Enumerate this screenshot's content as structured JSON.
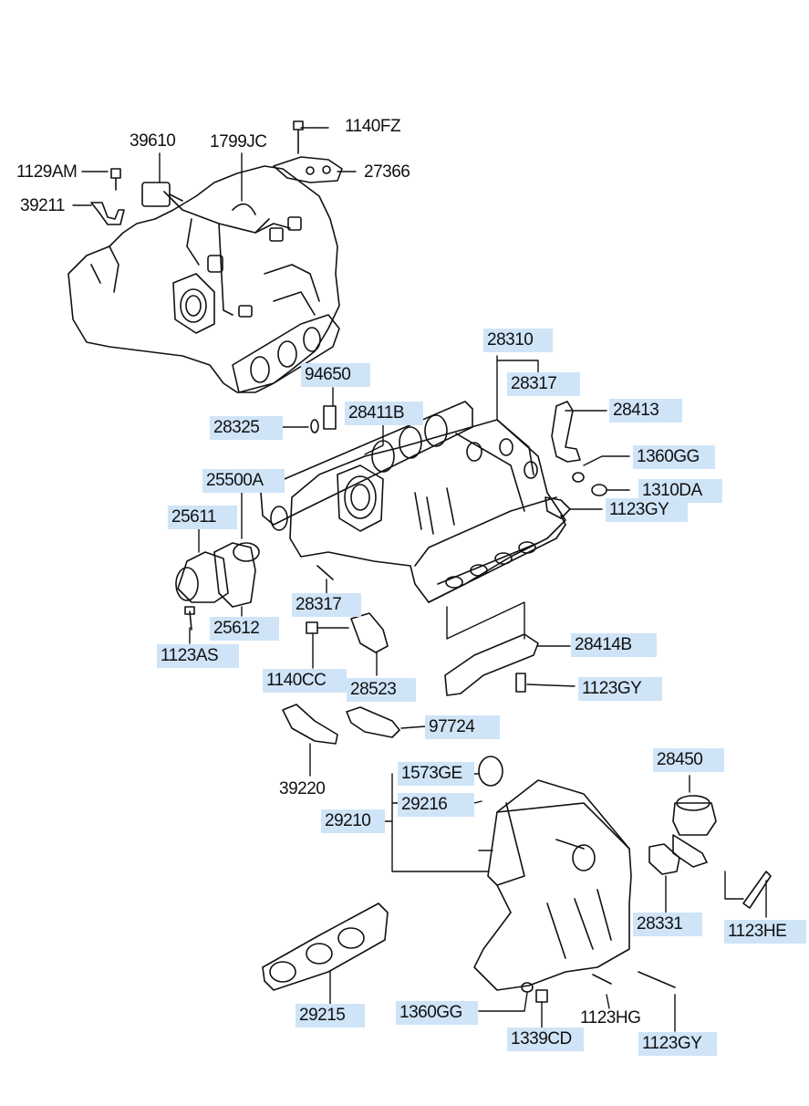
{
  "colors": {
    "highlight": "#cfe4f7",
    "ink": "#111111",
    "background": "#ffffff"
  },
  "parts": {
    "p1140FZ": "1140FZ",
    "p39610": "39610",
    "p1799JC": "1799JC",
    "p1129AM": "1129AM",
    "p27366": "27366",
    "p39211": "39211",
    "p28310": "28310",
    "p28317a": "28317",
    "p94650": "94650",
    "p28413": "28413",
    "p28325": "28325",
    "p28411B": "28411B",
    "p1360GGa": "1360GG",
    "p25500A": "25500A",
    "p1310DA": "1310DA",
    "p25611": "25611",
    "p1123GYa": "1123GY",
    "p28317b": "28317",
    "p25612": "25612",
    "p28414B": "28414B",
    "p1123AS": "1123AS",
    "p1140CC": "1140CC",
    "p28523": "28523",
    "p1123GYb": "1123GY",
    "p97724": "97724",
    "p28450": "28450",
    "p1573GE": "1573GE",
    "p39220": "39220",
    "p29216": "29216",
    "p29210": "29210",
    "p28331": "28331",
    "p1123HE": "1123HE",
    "p29215": "29215",
    "p1360GGb": "1360GG",
    "p1123HG": "1123HG",
    "p1339CD": "1339CD",
    "p1123GYc": "1123GY"
  }
}
